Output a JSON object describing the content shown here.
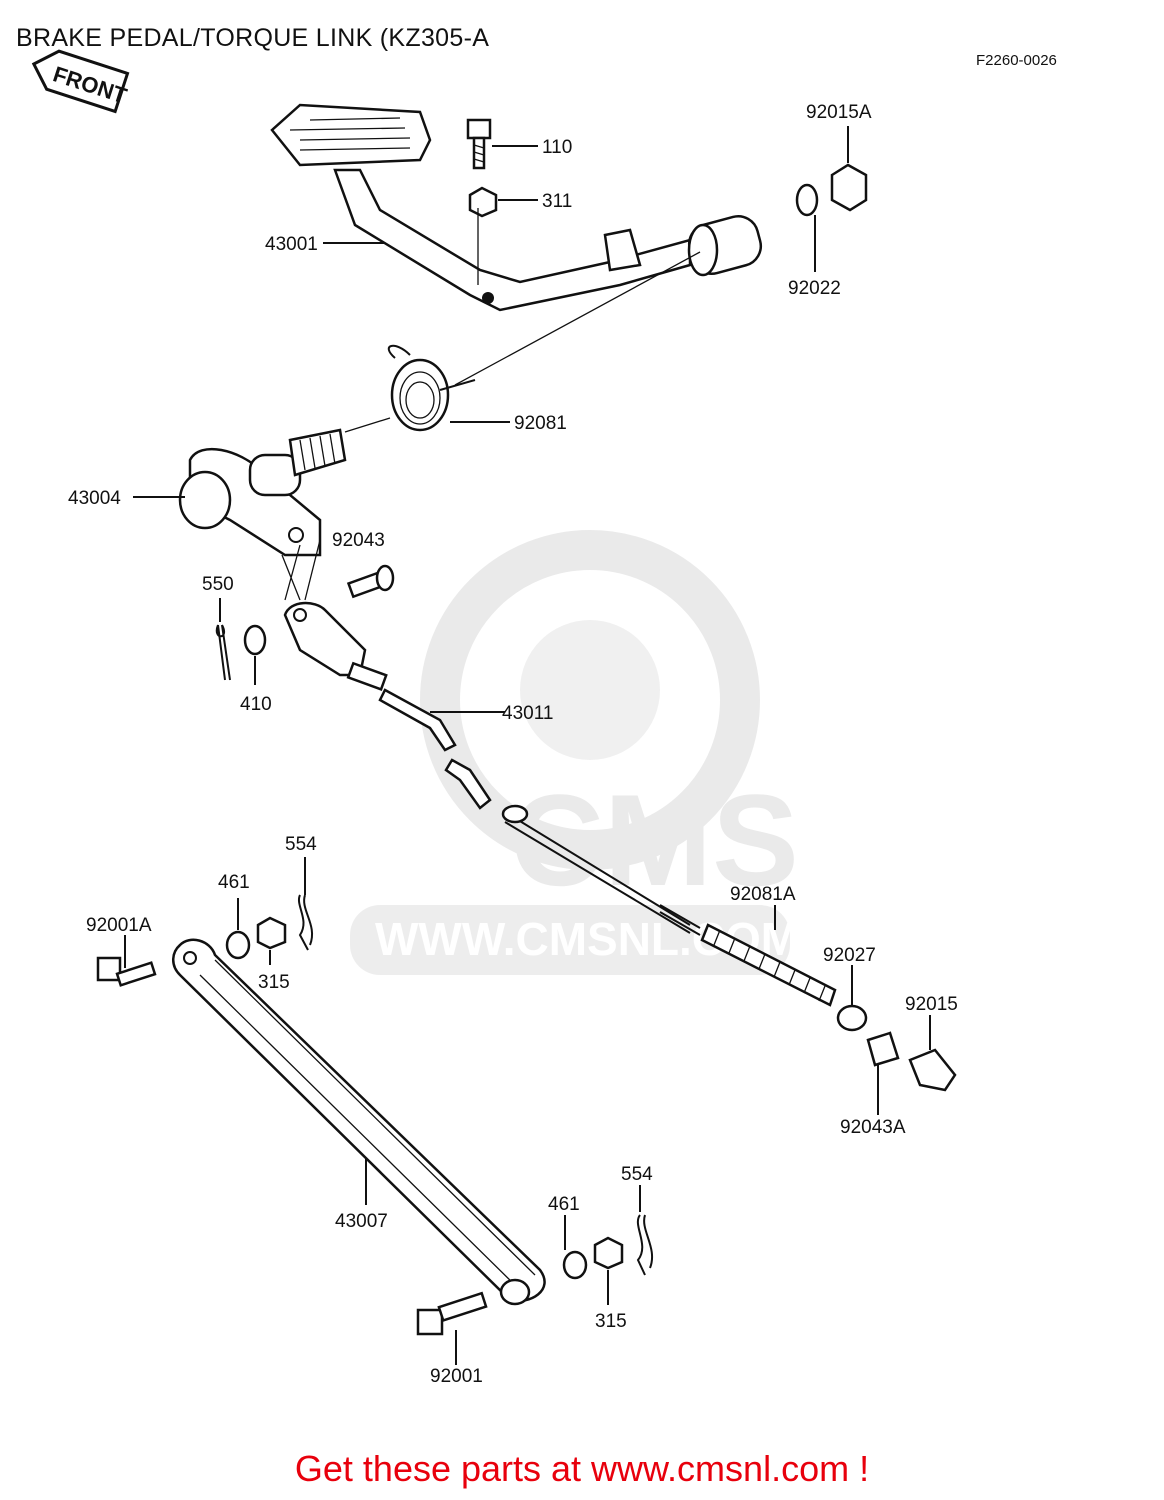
{
  "header": {
    "title": "BRAKE PEDAL/TORQUE LINK (KZ305-A",
    "figure_code": "F2260-0026",
    "front_label": "FRONT"
  },
  "watermark": {
    "brand": "CMS",
    "url": "WWW.CMSNL.COM"
  },
  "parts": {
    "p110": "110",
    "p311": "311",
    "p92015A": "92015A",
    "p92022": "92022",
    "p43001": "43001",
    "p92081": "92081",
    "p43004": "43004",
    "p92043": "92043",
    "p550": "550",
    "p410": "410",
    "p43011": "43011",
    "p554a": "554",
    "p461a": "461",
    "p315a": "315",
    "p92001A": "92001A",
    "p92081A": "92081A",
    "p92027": "92027",
    "p92015": "92015",
    "p92043A": "92043A",
    "p43007": "43007",
    "p554b": "554",
    "p461b": "461",
    "p315b": "315",
    "p92001": "92001"
  },
  "footer": {
    "cta": "Get these parts at www.cmsnl.com !",
    "cta_color": "#e8000c"
  }
}
